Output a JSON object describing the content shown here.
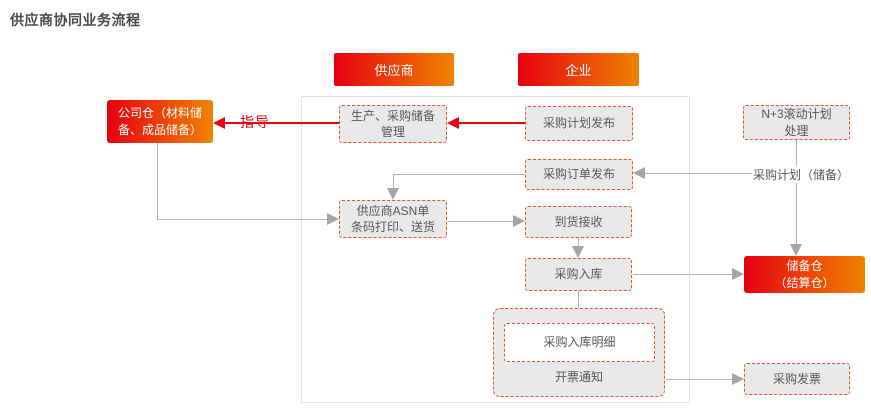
{
  "page": {
    "title": "供应商协同业务流程"
  },
  "lanes": {
    "supplier": "供应商",
    "enterprise": "企业"
  },
  "nodes": {
    "company_warehouse": {
      "label": "公司仓（材料储\n备、成品储备）"
    },
    "production_reserve": {
      "label": "生产、采购储备\n管理"
    },
    "plan_release": {
      "label": "采购计划发布"
    },
    "order_release": {
      "label": "采购订单发布"
    },
    "asn": {
      "label": "供应商ASN单\n条码打印、送货"
    },
    "arrival": {
      "label": "到货接收"
    },
    "inbound": {
      "label": "采购入库"
    },
    "inbound_detail": {
      "label": "采购入库明细"
    },
    "invoice_notice": {
      "label": "开票通知"
    },
    "n3_plan": {
      "label": "N+3滚动计划\n处理"
    },
    "reserve_warehouse": {
      "label": "储备仓\n（结算仓）"
    },
    "purchase_invoice": {
      "label": "采购发票"
    }
  },
  "edge_labels": {
    "guidance": "指导",
    "purchase_plan_reserve": "采购计划（储备）"
  },
  "colors": {
    "accent_red": "#e60012",
    "accent_orange": "#f08300",
    "node_fill": "#e9e9e9",
    "node_border": "#f05123",
    "line_gray": "#b4b4b4",
    "arrow_gray": "#a5a5a5",
    "text_dark": "#595757",
    "title_color": "#4a4a4a",
    "boundary_gray": "#c9c9c9"
  }
}
